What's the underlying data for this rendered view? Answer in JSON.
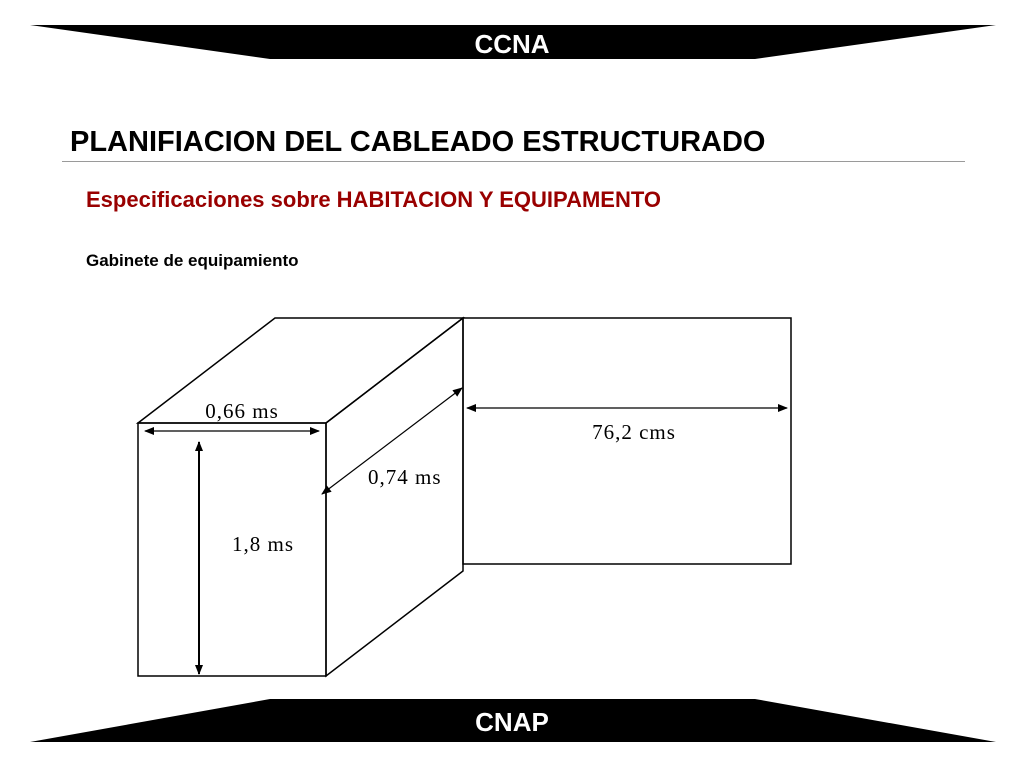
{
  "header": {
    "label": "CCNA"
  },
  "footer": {
    "label": "CNAP"
  },
  "title": "PLANIFIACION DEL CABLEADO ESTRUCTURADO",
  "subtitle": "Especificaciones sobre HABITACION Y EQUIPAMENTO",
  "section_label": "Gabinete de equipamiento",
  "diagram": {
    "dimensions": {
      "width": "0,66 ms",
      "height": "1,8 ms",
      "depth": "0,74 ms",
      "clearance": "76,2 cms"
    }
  },
  "colors": {
    "banner": "#000000",
    "banner_text": "#ffffff",
    "title": "#000000",
    "subtitle": "#990000",
    "lines": "#000000"
  }
}
